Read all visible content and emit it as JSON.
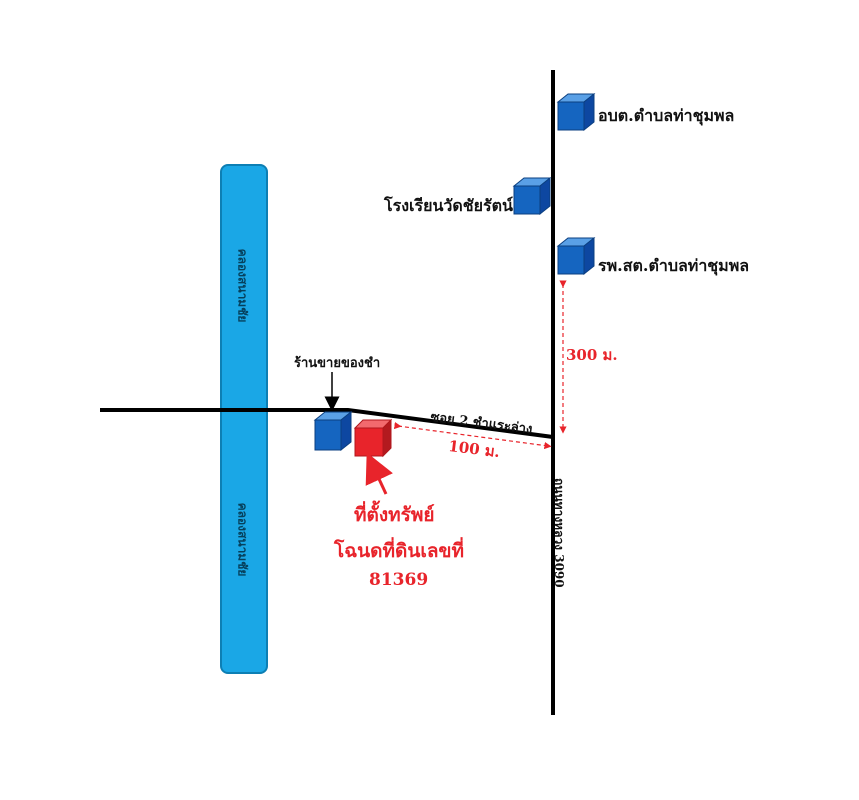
{
  "canal": {
    "label_upper": "คลองสนามชัย",
    "label_lower": "คลองสนามชัย"
  },
  "landmarks": {
    "sao": "อบต.ตำบลท่าชุมพล",
    "school": "โรงเรียนวัดชัยรัตน์",
    "hospital": "รพ.สต.ตำบลท่าชุมพล",
    "shop": "ร้านขายของชำ"
  },
  "roads": {
    "soi": "ซอย 2 ชำแระล่าง",
    "highway": "ถนนทางหลวง 3090"
  },
  "distances": {
    "north": "300 ม.",
    "east": "100 ม."
  },
  "property": {
    "line1": "ที่ตั้งทรัพย์",
    "line2": "โฉนดที่ดินเลขที่",
    "deed_no": "81369"
  },
  "colors": {
    "road": "#000000",
    "canal": "#1aa7e6",
    "landmark_box": "#1565c0",
    "property_box": "#e8242b",
    "annotation": "#e8242b"
  }
}
